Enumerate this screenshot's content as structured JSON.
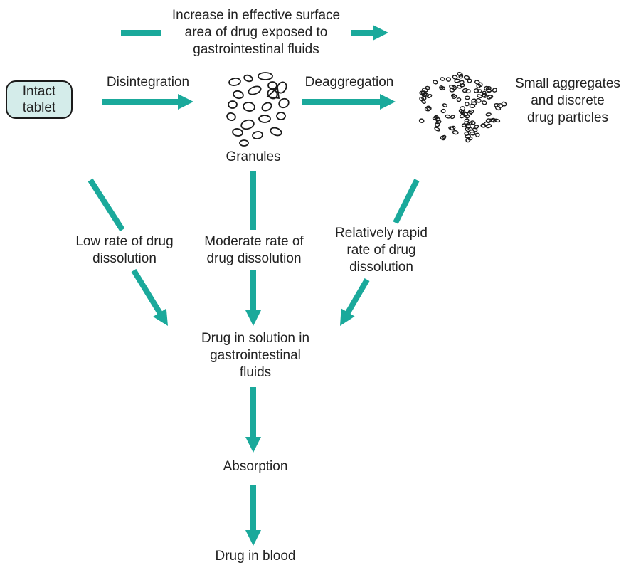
{
  "accent_color": "#1aa99b",
  "tablet_fill": "#d4ecea",
  "surface_area_label": "Increase in effective surface\narea of drug exposed to\ngastrointestinal fluids",
  "intact_tablet": "Intact\ntablet",
  "disintegration": "Disintegration",
  "granules": "Granules",
  "deaggregation": "Deaggregation",
  "small_aggregates": "Small aggregates\nand discrete\ndrug particles",
  "low_rate": "Low rate of drug\ndissolution",
  "moderate_rate": "Moderate rate of\ndrug dissolution",
  "rapid_rate": "Relatively rapid\nrate of drug\ndissolution",
  "drug_in_solution": "Drug in solution in\ngastrointestinal\nfluids",
  "absorption": "Absorption",
  "drug_in_blood": "Drug in blood"
}
